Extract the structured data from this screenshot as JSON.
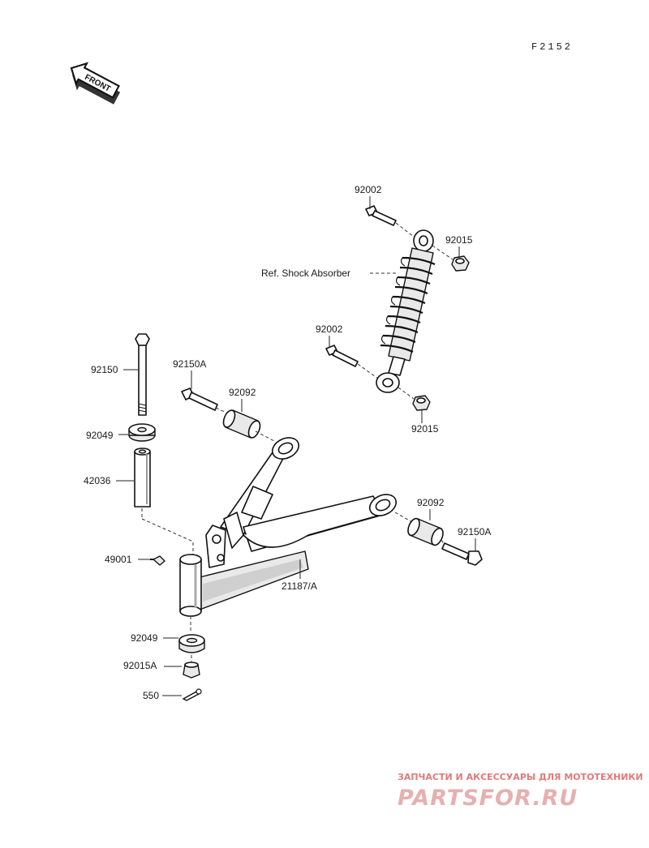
{
  "diagram": {
    "code": "F2152",
    "front_label": "FRONT",
    "labels": {
      "bolt_top_shock": "92002",
      "nut_top_shock": "92015",
      "shock_ref": "Ref. Shock Absorber",
      "bolt_bottom_shock": "92002",
      "nut_bottom_shock": "92015",
      "pivot_bolt": "92150",
      "arm_bolt_upper": "92150A",
      "bushing_upper": "92092",
      "washer_upper": "92049",
      "sleeve": "42036",
      "grease_fitting": "49001",
      "suspension_arm": "21187/A",
      "bushing_right": "92092",
      "arm_bolt_right": "92150A",
      "washer_lower": "92049",
      "castle_nut": "92015A",
      "cotter_pin": "550"
    }
  },
  "watermark": {
    "tagline": "ЗАПЧАСТИ И АКСЕССУАРЫ ДЛЯ МОТОТЕХНИКИ",
    "brand": "PARTSFOR.RU"
  },
  "colors": {
    "ink": "#1a1a1a",
    "watermark": "#e07a7a"
  }
}
